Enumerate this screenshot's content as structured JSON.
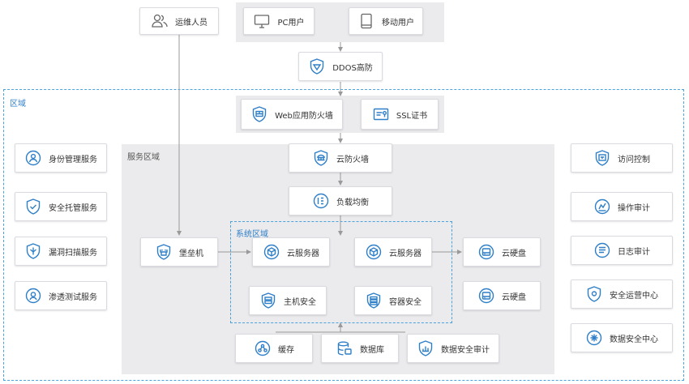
{
  "regions": {
    "outer": "区域",
    "service": "服务区域",
    "system": "系统区域"
  },
  "nodes": {
    "ops_staff": "运维人员",
    "pc_user": "PC用户",
    "mobile_user": "移动用户",
    "ddos": "DDOS高防",
    "waf": "Web应用防火墙",
    "ssl": "SSL证书",
    "cloud_firewall": "云防火墙",
    "load_balancer": "负载均衡",
    "bastion": "堡垒机",
    "cloud_server_1": "云服务器",
    "cloud_server_2": "云服务器",
    "host_security": "主机安全",
    "container_security": "容器安全",
    "cloud_disk_1": "云硬盘",
    "cloud_disk_2": "云硬盘",
    "cache": "缓存",
    "database": "数据库",
    "db_audit": "数据安全审计",
    "identity_mgmt": "身份管理服务",
    "security_hosting": "安全托管服务",
    "vuln_scan": "漏洞扫描服务",
    "pentest": "渗透测试服务",
    "access_control": "访问控制",
    "operation_audit": "操作审计",
    "log_audit": "日志审计",
    "soc": "安全运营中心",
    "data_security_center": "数据安全中心"
  },
  "icons": {
    "ops_staff": "users-icon",
    "pc_user": "monitor-icon",
    "mobile_user": "tablet-icon",
    "ddos": "shield-icon",
    "waf": "waf-shield-icon",
    "ssl": "certificate-icon",
    "cloud_firewall": "firewall-icon",
    "load_balancer": "load-balancer-icon",
    "bastion": "bastion-icon",
    "cloud_server": "cube-icon",
    "host_security": "host-security-icon",
    "container_security": "container-security-icon",
    "cloud_disk": "disk-icon",
    "cache": "cache-icon",
    "database": "database-icon",
    "db_audit": "audit-chart-icon",
    "identity_mgmt": "identity-icon",
    "security_hosting": "hosting-shield-icon",
    "vuln_scan": "scan-shield-icon",
    "pentest": "pentest-icon",
    "access_control": "access-control-icon",
    "operation_audit": "operation-audit-icon",
    "log_audit": "log-icon",
    "soc": "soc-shield-icon",
    "data_security_center": "data-security-icon"
  },
  "colors": {
    "icon_blue": "#2f7fc8",
    "region_border": "#4aa3df",
    "gray_area": "#ebebed",
    "arrow": "#999999"
  }
}
